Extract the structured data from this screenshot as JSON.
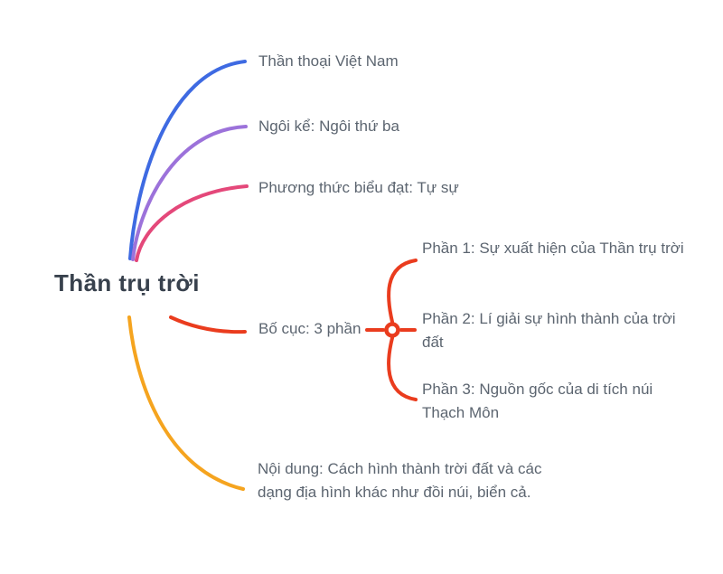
{
  "theme": {
    "bg": "#ffffff",
    "title-color": "#38414d",
    "label-color": "#5c6570"
  },
  "map": {
    "root": {
      "label": "Thần trụ trời"
    },
    "branches": [
      {
        "label": "Thần thoại Việt Nam",
        "color": "#3e6ae2"
      },
      {
        "label": "Ngôi kể: Ngôi thứ ba",
        "color": "#9c72da"
      },
      {
        "label": "Phương thức biểu đạt: Tự sự",
        "color": "#e4487a"
      },
      {
        "label": "Bố cục: 3 phần",
        "color": "#ea3c1e",
        "children": [
          {
            "label": "Phần 1: Sự xuất hiện của Thần trụ trời"
          },
          {
            "label": "Phần 2: Lí giải sự hình thành của trời đất"
          },
          {
            "label": "Phần 3: Nguồn gốc của di tích núi Thạch Môn"
          }
        ]
      },
      {
        "label": "Nội dung: Cách hình thành trời đất và các dạng địa hình khác như đồi núi, biển cả.",
        "color": "#f5a41f"
      }
    ]
  }
}
